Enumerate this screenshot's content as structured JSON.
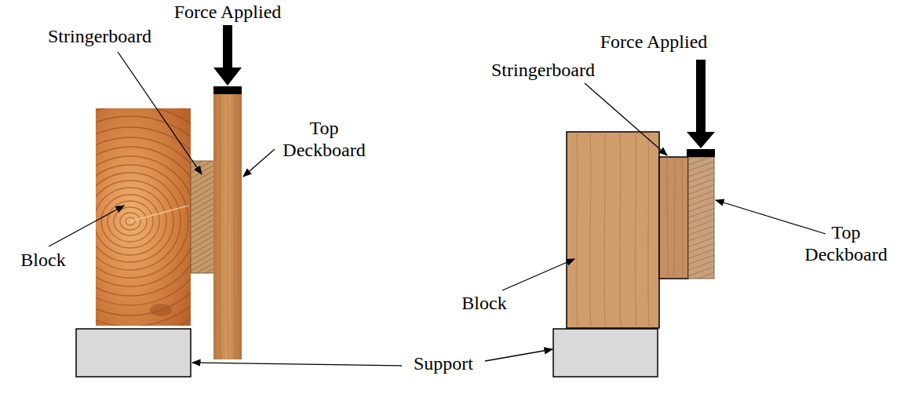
{
  "diagram": {
    "labels": [
      "Force Applied",
      "Force Applied",
      "Stringerboard",
      "Stringerboard",
      "Top Deckboard",
      "Block",
      "Top Deckboard",
      "Block",
      "Support"
    ]
  }
}
